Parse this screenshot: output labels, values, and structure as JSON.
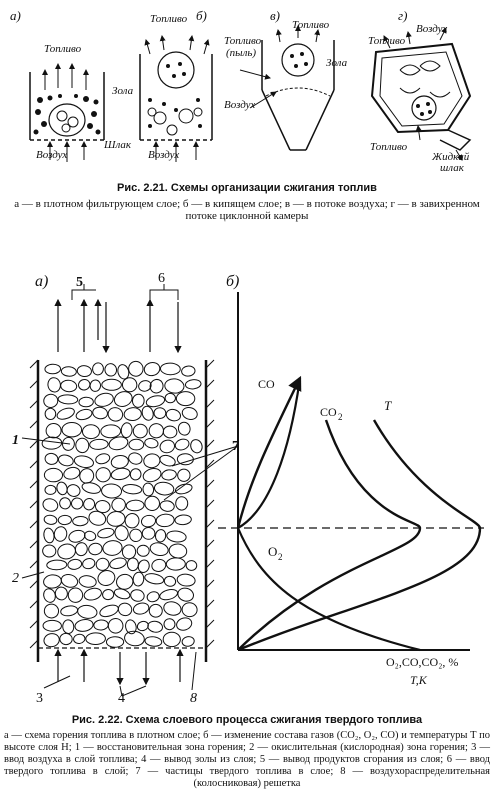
{
  "fig221": {
    "panel_a": "а)",
    "panel_b": "б)",
    "panel_v": "в)",
    "panel_g": "г)",
    "a_fuel": "Топливо",
    "a_slag": "Шлак",
    "a_air": "Воздух",
    "b_fuel": "Топливо",
    "b_ash": "Зола",
    "b_air": "Воздух",
    "v_fuel_dust_1": "Топливо",
    "v_fuel_dust_2": "(пыль)",
    "v_fuel": "Топливо",
    "v_ash": "Зола",
    "v_air": "Воздух",
    "g_fuel_top": "Топливо",
    "g_air": "Воздух",
    "g_fuel_bottom": "Топливо",
    "g_slag_1": "Жидкий",
    "g_slag_2": "шлак",
    "caption_title": "Рис. 2.21. Схемы организации сжигания топлив",
    "caption_text": "а — в плотном фильтрующем слое; б — в кипящем слое; в — в потоке воздуха; г — в завихренном потоке циклонной камеры"
  },
  "fig222": {
    "panel_a": "а)",
    "panel_b": "б)",
    "label_5": "5",
    "label_6": "6",
    "label_1": "1",
    "label_7": "7",
    "label_2": "2",
    "label_3": "3",
    "label_4": "4",
    "label_8": "8",
    "curve_co": "CO",
    "curve_co2": "CO",
    "curve_co2_sub": "2",
    "curve_t": "T",
    "curve_o2": "O",
    "curve_o2_sub": "2",
    "axis_label_1": "O₂,CO,CO₂, %",
    "axis_label_2": "T,K",
    "caption_title": "Рис. 2.22. Схема слоевого процесса сжигания твердого топлива",
    "caption_text": "а — схема горения топлива в плотном слое; б — изменение состава газов (CO₂, O₂, CO) и температуры T по высоте слоя H; 1 — восстановительная зона горения; 2 — окислительная (кислородная) зона горения; 3 — ввод воздуха в слой топлива; 4 — вывод золы из слоя; 5 — вывод продуктов сгорания из слоя; 6 — ввод твердого топлива в слой; 7 — частицы твердого топлива в слое; 8 — воздухораспределительная (колосниковая) решетка"
  }
}
